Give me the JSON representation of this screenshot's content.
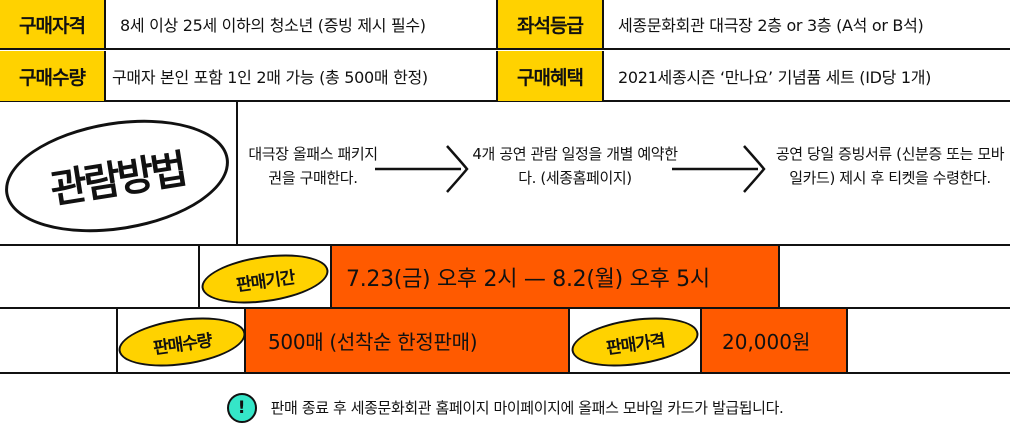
{
  "info": {
    "eligibility_label": "구매자격",
    "eligibility_value": "8세 이상 25세 이하의 청소년 (증빙 제시 필수)",
    "seat_label": "좌석등급",
    "seat_value": "세종문화회관 대극장 2층 or 3층 (A석 or B석)",
    "quantity_label": "구매수량",
    "quantity_value": "구매자 본인 포함 1인 2매 가능 (총 500매 한정)",
    "benefit_label": "구매혜택",
    "benefit_value": "2021세종시즌 ‘만나요’ 기념품 세트 (ID당 1개)"
  },
  "method": {
    "title": "관람방법",
    "step1": "대극장 올패스 패키지권을 구매한다.",
    "step2": "4개 공연 관람 일정을 개별 예약한다. (세종홈페이지)",
    "step3": "공연 당일 증빙서류 (신분증 또는 모바일카드) 제시 후 티켓을 수령한다.",
    "arrow_icon": "right-chevron-arrow"
  },
  "sale": {
    "period_tag": "판매기간",
    "period_value": "7.23(금) 오후 2시 — 8.2(월) 오후 5시",
    "quantity_tag": "판매수량",
    "quantity_value": "500매 (선착순 한정판매)",
    "price_tag": "판매가격",
    "price_value": "20,000원"
  },
  "notice": {
    "icon": "!",
    "text": "판매 종료 후 세종문화회관 홈페이지 마이페이지에 올패스 모바일 카드가 발급됩니다."
  },
  "colors": {
    "yellow": "#ffd200",
    "orange": "#ff5a00",
    "mint": "#35e6c8",
    "ink": "#111111"
  }
}
